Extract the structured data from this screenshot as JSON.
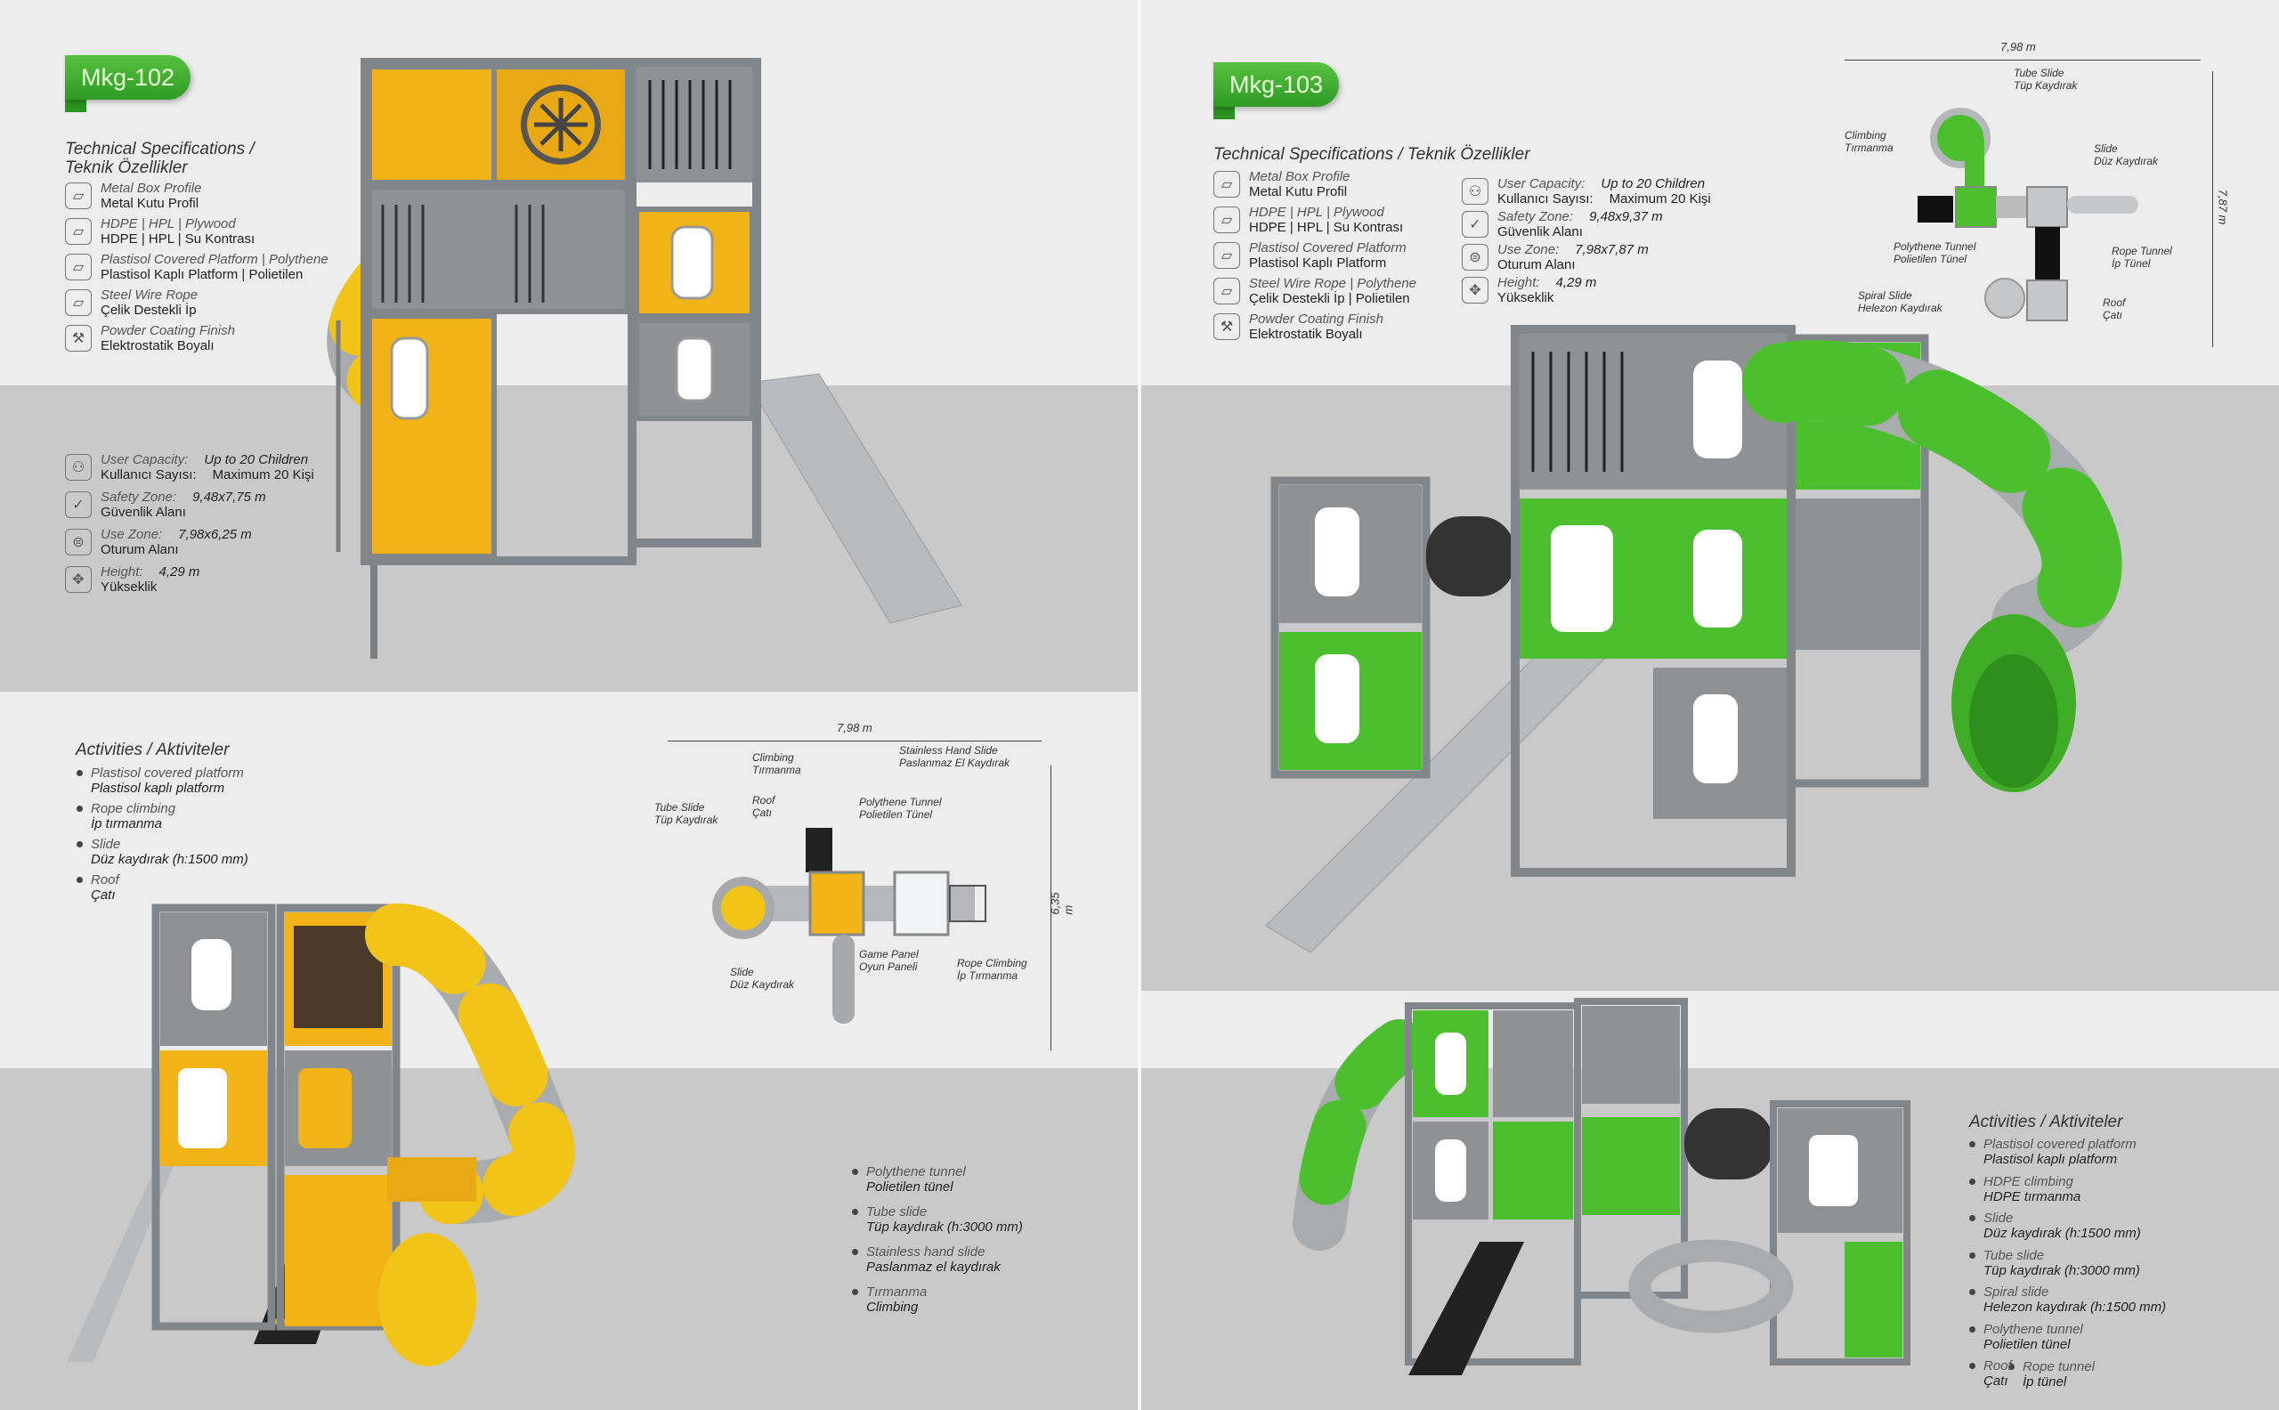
{
  "left": {
    "model": "Mkg-102",
    "tech_title_en": "Technical Specifications /",
    "tech_title_tr": "Teknik Özellikler",
    "materials": [
      {
        "icon": "material-icon",
        "en": "Metal Box Profile",
        "tr": "Metal Kutu  Profil"
      },
      {
        "icon": "material-icon",
        "en": "HDPE | HPL | Plywood",
        "tr": "HDPE | HPL | Su Kontrası"
      },
      {
        "icon": "material-icon",
        "en": "Plastisol Covered Platform | Polythene",
        "tr": "Plastisol Kaplı Platform | Polietilen"
      },
      {
        "icon": "material-icon",
        "en": "Steel Wire Rope",
        "tr": "Çelik Destekli İp"
      },
      {
        "icon": "paint-icon",
        "en": "Powder Coating Finish",
        "tr": "Elektrostatik Boyalı"
      }
    ],
    "stats": [
      {
        "icon": "users-icon",
        "en": "User Capacity:",
        "value_en": "Up to 20 Children",
        "tr": "Kullanıcı Sayısı:",
        "value_tr": "Maximum 20 Kişi"
      },
      {
        "icon": "shield-icon",
        "en": "Safety Zone:",
        "value_en": "9,48x7,75 m",
        "tr": "Güvenlik Alanı"
      },
      {
        "icon": "zone-icon",
        "en": "Use Zone:",
        "value_en": "7,98x6,25 m",
        "tr": "Oturum Alanı"
      },
      {
        "icon": "height-icon",
        "en": "Height:",
        "value_en": "4,29 m",
        "tr": "Yükseklik"
      }
    ],
    "activities_title": "Activities / Aktiviteler",
    "activities_a": [
      {
        "en": "Plastisol covered platform",
        "tr": "Plastisol kaplı platform"
      },
      {
        "en": "Rope climbing",
        "tr": "İp tırmanma"
      },
      {
        "en": "Slide",
        "tr": "Düz kaydırak (h:1500 mm)"
      },
      {
        "en": "Roof",
        "tr": "Çatı"
      }
    ],
    "activities_b": [
      {
        "en": "Polythene tunnel",
        "tr": "Polietilen tünel"
      },
      {
        "en": "Tube slide",
        "tr": "Tüp kaydırak (h:3000 mm)"
      },
      {
        "en": "Stainless hand slide",
        "tr": "Paslanmaz el kaydırak"
      },
      {
        "en": "Tırmanma",
        "tr": "Climbing"
      }
    ],
    "plan": {
      "width": "7,98 m",
      "depth": "6,35 m",
      "labels": {
        "climbing": "Climbing\nTırmanma",
        "stainless": "Stainless Hand Slide\nPaslanmaz El Kaydırak",
        "roof": "Roof\nÇatı",
        "tunnel": "Polythene Tunnel\nPolietilen Tünel",
        "tube": "Tube Slide\nTüp Kaydırak",
        "slide": "Slide\nDüz Kaydırak",
        "game": "Game Panel\nOyun Paneli",
        "rope": "Rope Climbing\nİp Tırmanma"
      }
    },
    "accent": "#f2b316"
  },
  "right": {
    "model": "Mkg-103",
    "tech_title": "Technical Specifications / Teknik Özellikler",
    "materials": [
      {
        "icon": "material-icon",
        "en": "Metal Box Profile",
        "tr": "Metal Kutu  Profil"
      },
      {
        "icon": "material-icon",
        "en": "HDPE | HPL | Plywood",
        "tr": "HDPE | HPL | Su Kontrası"
      },
      {
        "icon": "material-icon",
        "en": "Plastisol Covered Platform",
        "tr": "Plastisol Kaplı Platform"
      },
      {
        "icon": "material-icon",
        "en": "Steel Wire Rope | Polythene",
        "tr": "Çelik Destekli İp | Polietilen"
      },
      {
        "icon": "paint-icon",
        "en": "Powder Coating Finish",
        "tr": "Elektrostatik Boyalı"
      }
    ],
    "stats": [
      {
        "icon": "users-icon",
        "en": "User Capacity:",
        "value_en": "Up to 20 Children",
        "tr": "Kullanıcı Sayısı:",
        "value_tr": "Maximum 20 Kişi"
      },
      {
        "icon": "shield-icon",
        "en": "Safety Zone:",
        "value_en": "9,48x9,37 m",
        "tr": "Güvenlik Alanı"
      },
      {
        "icon": "zone-icon",
        "en": "Use Zone:",
        "value_en": "7,98x7,87 m",
        "tr": "Oturum Alanı"
      },
      {
        "icon": "height-icon",
        "en": "Height:",
        "value_en": "4,29 m",
        "tr": "Yükseklik"
      }
    ],
    "activities_title": "Activities / Aktiviteler",
    "activities": [
      {
        "en": "Plastisol covered platform",
        "tr": "Plastisol kaplı platform"
      },
      {
        "en": "HDPE climbing",
        "tr": "HDPE tırmanma"
      },
      {
        "en": "Slide",
        "tr": "Düz kaydırak (h:1500 mm)"
      },
      {
        "en": "Tube slide",
        "tr": "Tüp kaydırak (h:3000 mm)"
      },
      {
        "en": "Spiral slide",
        "tr": "Helezon kaydırak (h:1500 mm)"
      },
      {
        "en": "Polythene tunnel",
        "tr": "Polietilen tünel"
      },
      {
        "en": "Roof",
        "tr": "Çatı"
      }
    ],
    "activity_extra": {
      "en": "Rope tunnel",
      "tr": "İp tünel"
    },
    "plan": {
      "width": "7,98 m",
      "depth": "7,87 m",
      "labels": {
        "tube": "Tube Slide\nTüp Kaydırak",
        "climbing": "Climbing\nTırmanma",
        "slide": "Slide\nDüz Kaydırak",
        "tunnel": "Polythene Tunnel\nPolietilen Tünel",
        "rope": "Rope Tunnel\nİp Tünel",
        "spiral": "Spiral Slide\nHelezon Kaydırak",
        "roof": "Roof\nÇatı"
      }
    },
    "accent": "#4cbf2f"
  }
}
